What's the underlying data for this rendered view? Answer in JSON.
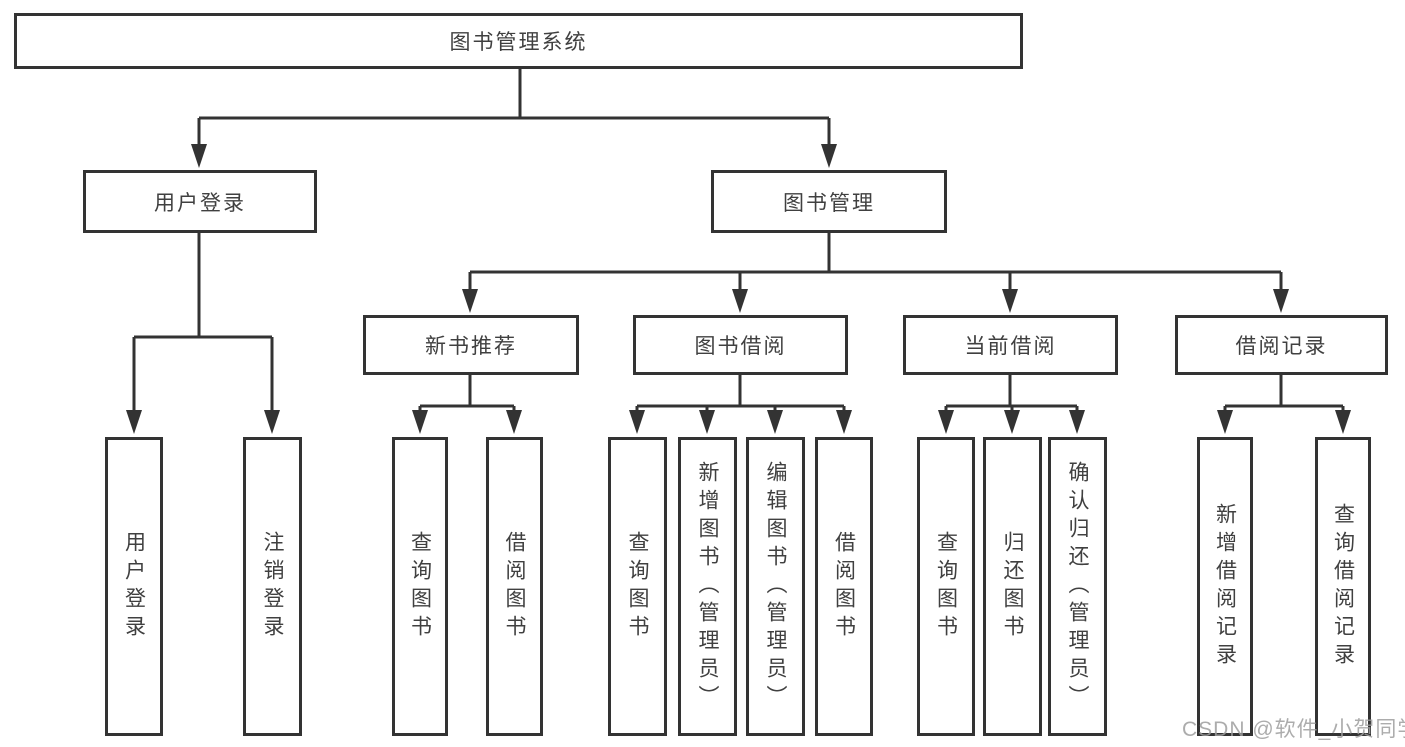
{
  "diagram": {
    "root_label": "图书管理系统",
    "user_login": {
      "label": "用户登录",
      "children": [
        {
          "label": "用户登录"
        },
        {
          "label": "注销登录"
        }
      ]
    },
    "book_management": {
      "label": "图书管理",
      "sections": [
        {
          "label": "新书推荐",
          "children": [
            {
              "label": "查询图书"
            },
            {
              "label": "借阅图书"
            }
          ]
        },
        {
          "label": "图书借阅",
          "children": [
            {
              "label": "查询图书"
            },
            {
              "label": "新增图书（管理员）"
            },
            {
              "label": "编辑图书（管理员）"
            },
            {
              "label": "借阅图书"
            }
          ]
        },
        {
          "label": "当前借阅",
          "children": [
            {
              "label": "查询图书"
            },
            {
              "label": "归还图书"
            },
            {
              "label": "确认归还（管理员）"
            }
          ]
        },
        {
          "label": "借阅记录",
          "children": [
            {
              "label": "新增借阅记录"
            },
            {
              "label": "查询借阅记录"
            }
          ]
        }
      ]
    }
  },
  "watermark": "CSDN @软件_小贺同学",
  "colors": {
    "line": "#333333",
    "box_border": "#333333",
    "text": "#404040",
    "watermark": "#9e9e9e",
    "background": "#ffffff"
  }
}
